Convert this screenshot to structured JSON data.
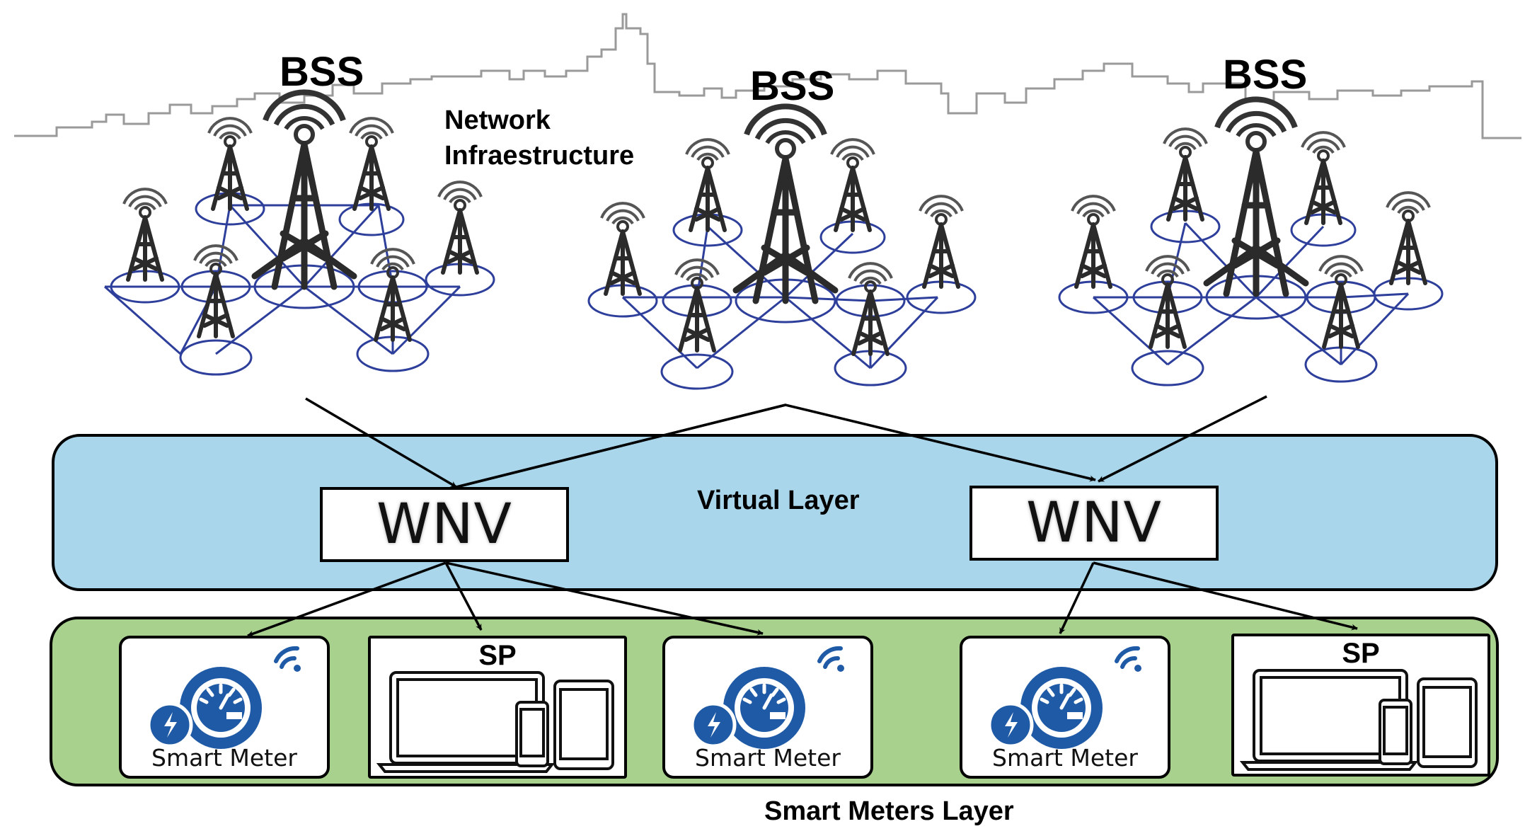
{
  "colors": {
    "node_ring": "#2d3f9b",
    "tower": "#2b2b2b",
    "virtual_layer_fill": "#a9d6ea",
    "meters_layer_fill": "#a9d18e",
    "meter_blue": "#1f5aa6",
    "skyline": "#9a9a9a"
  },
  "infrastructure": {
    "label_line1": "Network",
    "label_line2": "Infraestructure",
    "clusters": [
      {
        "title": "BSS"
      },
      {
        "title": "BSS"
      },
      {
        "title": "BSS"
      }
    ]
  },
  "virtual_layer": {
    "title": "Virtual Layer",
    "nodes": [
      {
        "label": "WNV"
      },
      {
        "label": "WNV"
      }
    ]
  },
  "meters_layer": {
    "title": "Smart Meters Layer",
    "cards": [
      {
        "kind": "meter",
        "label": "Smart Meter",
        "icon": "smart-meter-icon"
      },
      {
        "kind": "sp",
        "label": "SP",
        "icon": "devices-icon"
      },
      {
        "kind": "meter",
        "label": "Smart Meter",
        "icon": "smart-meter-icon"
      },
      {
        "kind": "meter",
        "label": "Smart Meter",
        "icon": "smart-meter-icon"
      },
      {
        "kind": "sp",
        "label": "SP",
        "icon": "devices-icon"
      }
    ]
  }
}
